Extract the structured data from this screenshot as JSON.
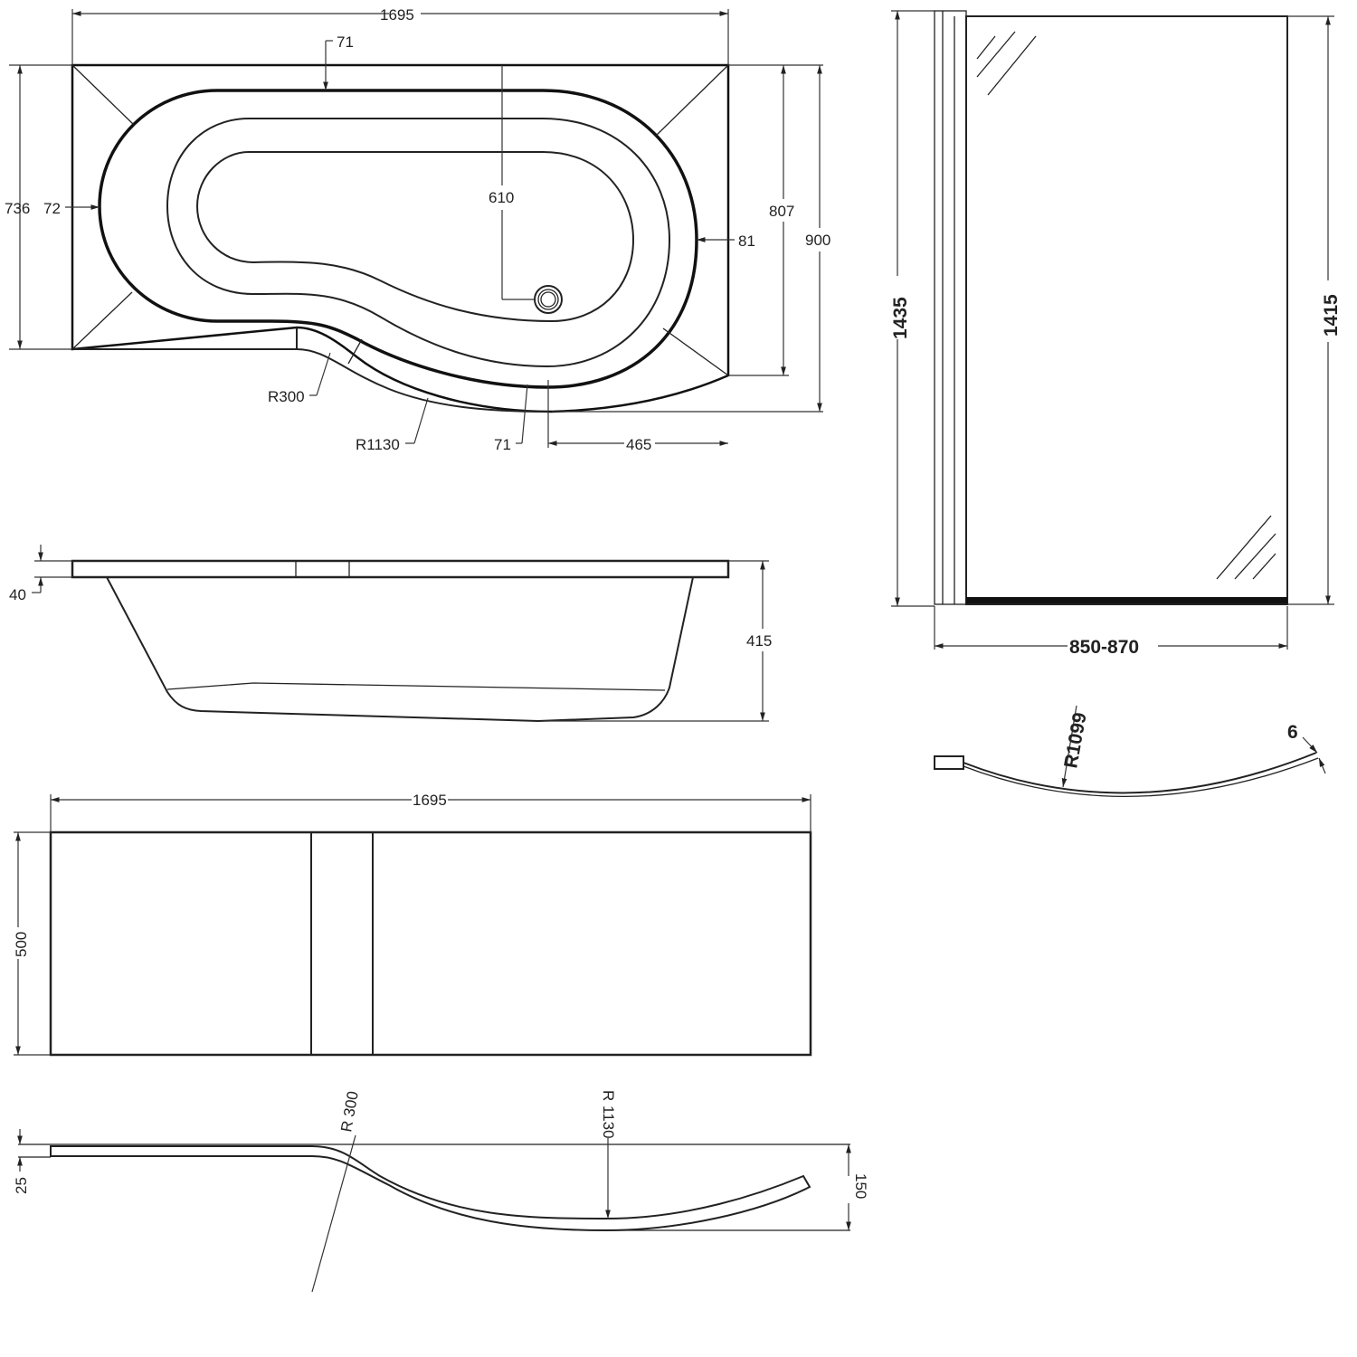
{
  "plan_view": {
    "overall_length": "1695",
    "rim_top": "71",
    "width_end": "736",
    "rim_left": "72",
    "waste_position": "610",
    "width_shower_end": "807",
    "rim_right": "81",
    "overall_width": "900",
    "radius_small": "R300",
    "radius_large": "R1130",
    "rim_front": "71",
    "shower_end_length": "465"
  },
  "side_elevation": {
    "rim_thickness": "40",
    "height": "415"
  },
  "front_panel": {
    "length": "1695",
    "height": "500"
  },
  "panel_section": {
    "radius_small": "R 300",
    "radius_large": "R 1130",
    "thickness": "25",
    "depth": "150"
  },
  "screen": {
    "height_total": "1435",
    "height_glass": "1415",
    "width": "850-870",
    "radius": "R1099",
    "glass_thickness": "6"
  }
}
